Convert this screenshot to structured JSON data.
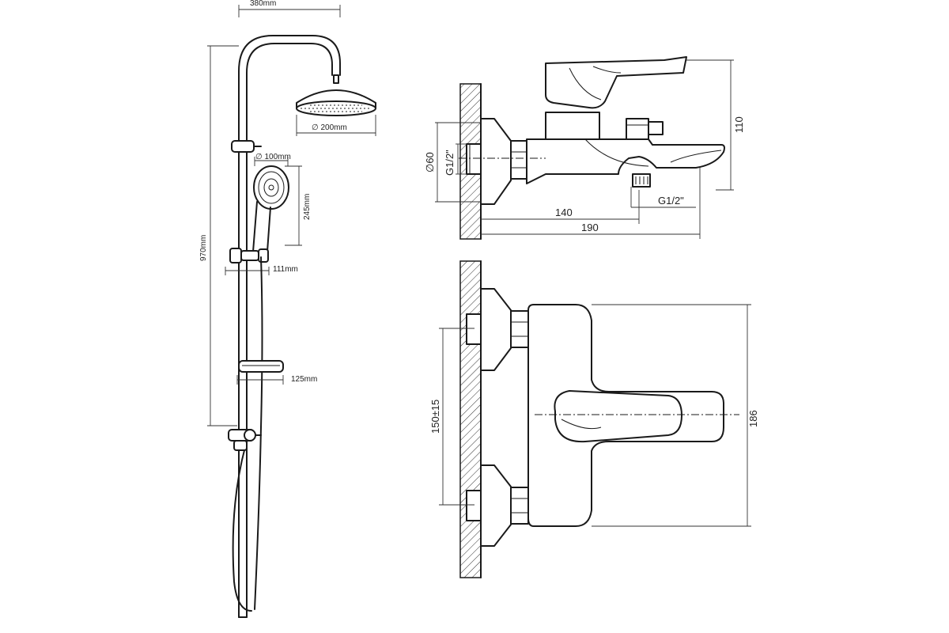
{
  "shower_system": {
    "width_label": "380mm",
    "head_diameter_label": "∅ 200mm",
    "hand_diameter_label": "∅ 100mm",
    "hand_height_label": "245mm",
    "height_label": "970mm",
    "holder_offset_label": "111mm",
    "soap_offset_label": "125mm"
  },
  "mixer_side": {
    "flange_label": "∅60",
    "thread_inlet_label": "G1/2\"",
    "height_label": "110",
    "spout_reach_label": "140",
    "total_reach_label": "190",
    "thread_outlet_label": "G1/2\""
  },
  "mixer_front": {
    "spacing_label": "150±15",
    "height_label": "186"
  }
}
